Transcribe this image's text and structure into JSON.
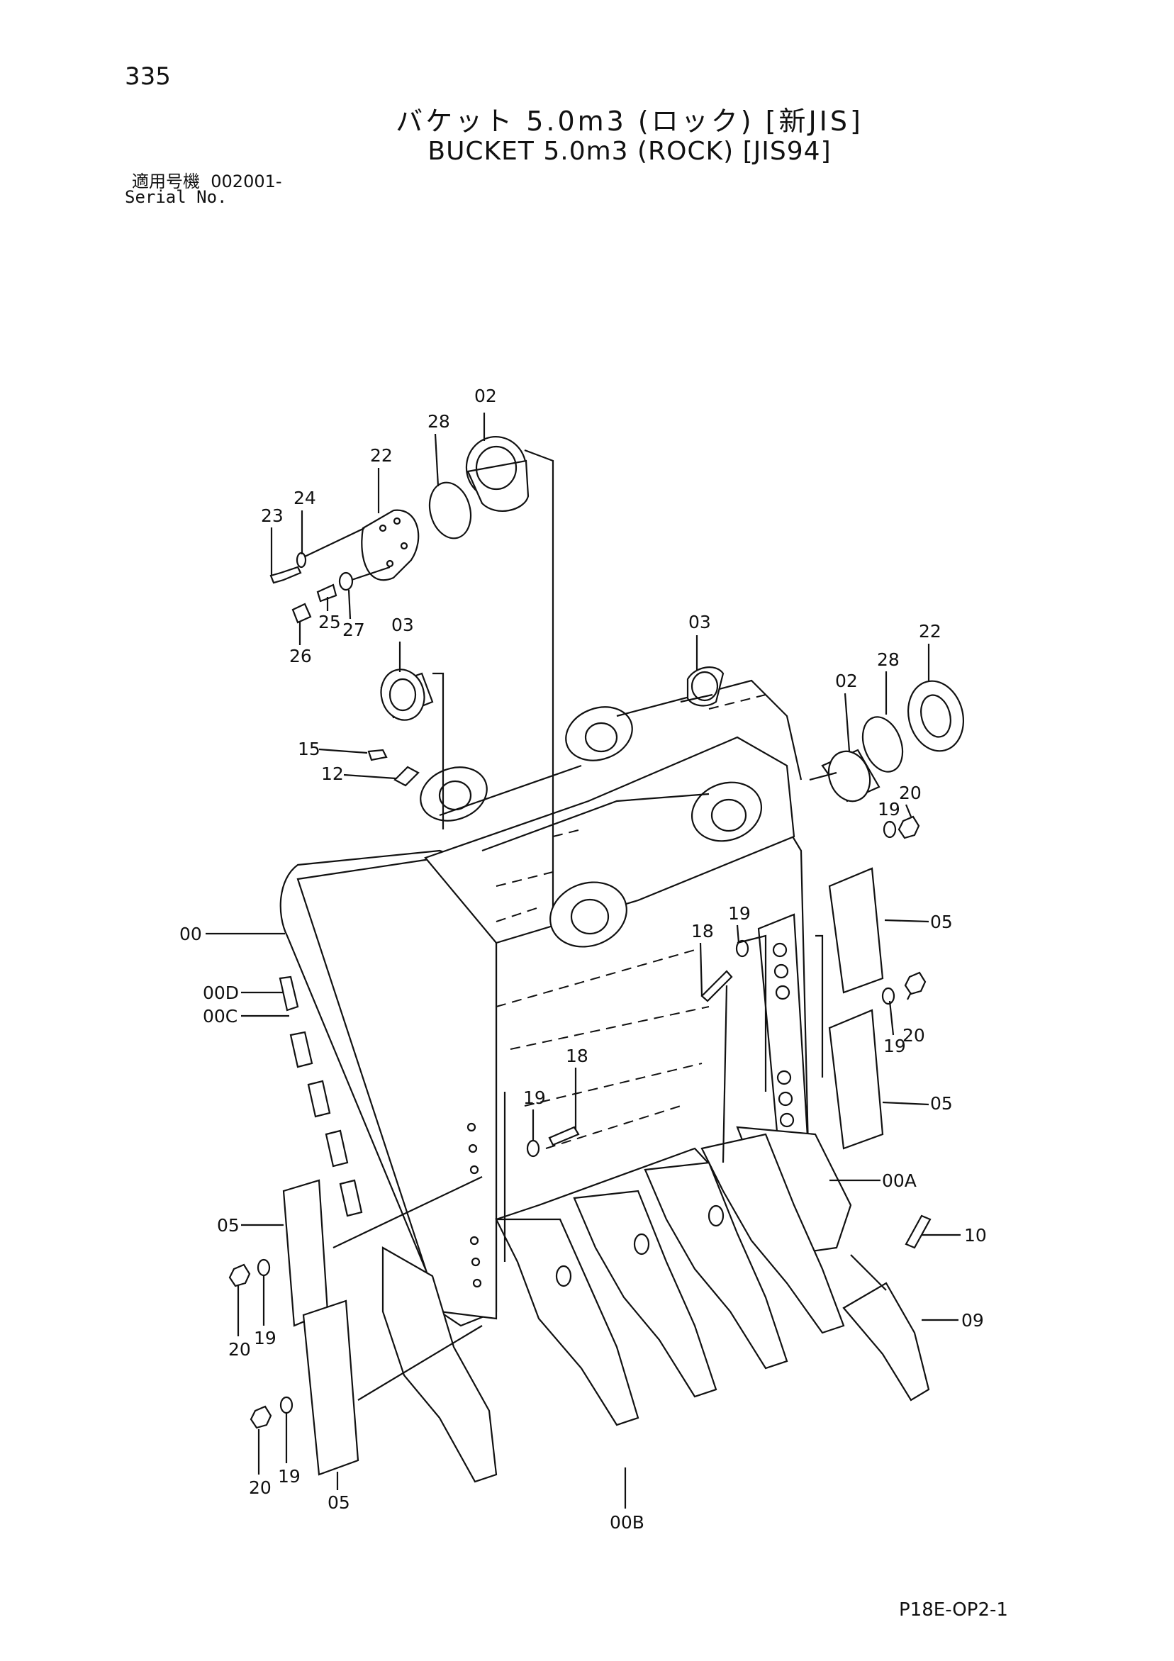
{
  "page_number": "335",
  "title_jp": "バケット 5.0m3 (ロック) [新JIS]",
  "title_en": "BUCKET 5.0m3 (ROCK) [JIS94]",
  "serial_label_jp": "適用号機",
  "serial_value": "002001-",
  "serial_label_en": "Serial No.",
  "footer_code": "P18E-OP2-1",
  "part_labels": {
    "l02a": "02",
    "l28a": "28",
    "l22a": "22",
    "l24": "24",
    "l23": "23",
    "l25": "25",
    "l26": "26",
    "l27": "27",
    "l03a": "03",
    "l15": "15",
    "l12": "12",
    "l03b": "03",
    "l02b": "02",
    "l28b": "28",
    "l22b": "22",
    "l20a": "20",
    "l19a": "19",
    "l05a": "05",
    "l19b": "19",
    "l18a": "18",
    "l20b": "20",
    "l19c": "19",
    "l05b": "05",
    "l00": "00",
    "l00D": "00D",
    "l00C": "00C",
    "l19d": "19",
    "l18b": "18",
    "l00A": "00A",
    "l10": "10",
    "l05c": "05",
    "l20c": "20",
    "l19e": "19",
    "l09": "09",
    "l20d": "20",
    "l19f": "19",
    "l05d": "05",
    "l00B": "00B"
  }
}
